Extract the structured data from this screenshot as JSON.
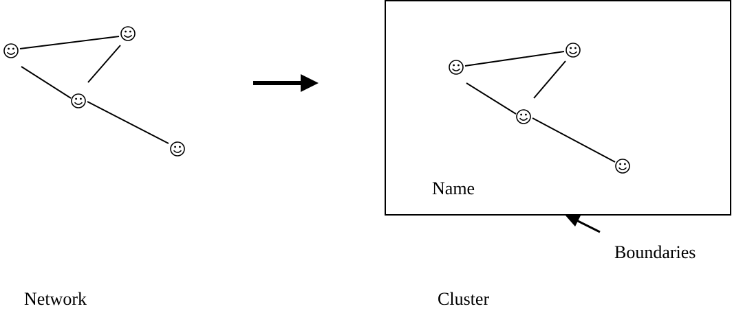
{
  "diagram": {
    "left_panel": {
      "caption": "Network",
      "node_icon": "smiley-face-icon",
      "node_count": 4
    },
    "transform_arrow_icon": "right-arrow-icon",
    "right_panel": {
      "caption": "Cluster",
      "box_label": "Name",
      "node_icon": "smiley-face-icon",
      "node_count": 4
    },
    "callout": {
      "label": "Boundaries",
      "arrow_icon": "pointer-arrow-icon"
    },
    "colors": {
      "ink": "#000000",
      "background": "#ffffff"
    }
  }
}
